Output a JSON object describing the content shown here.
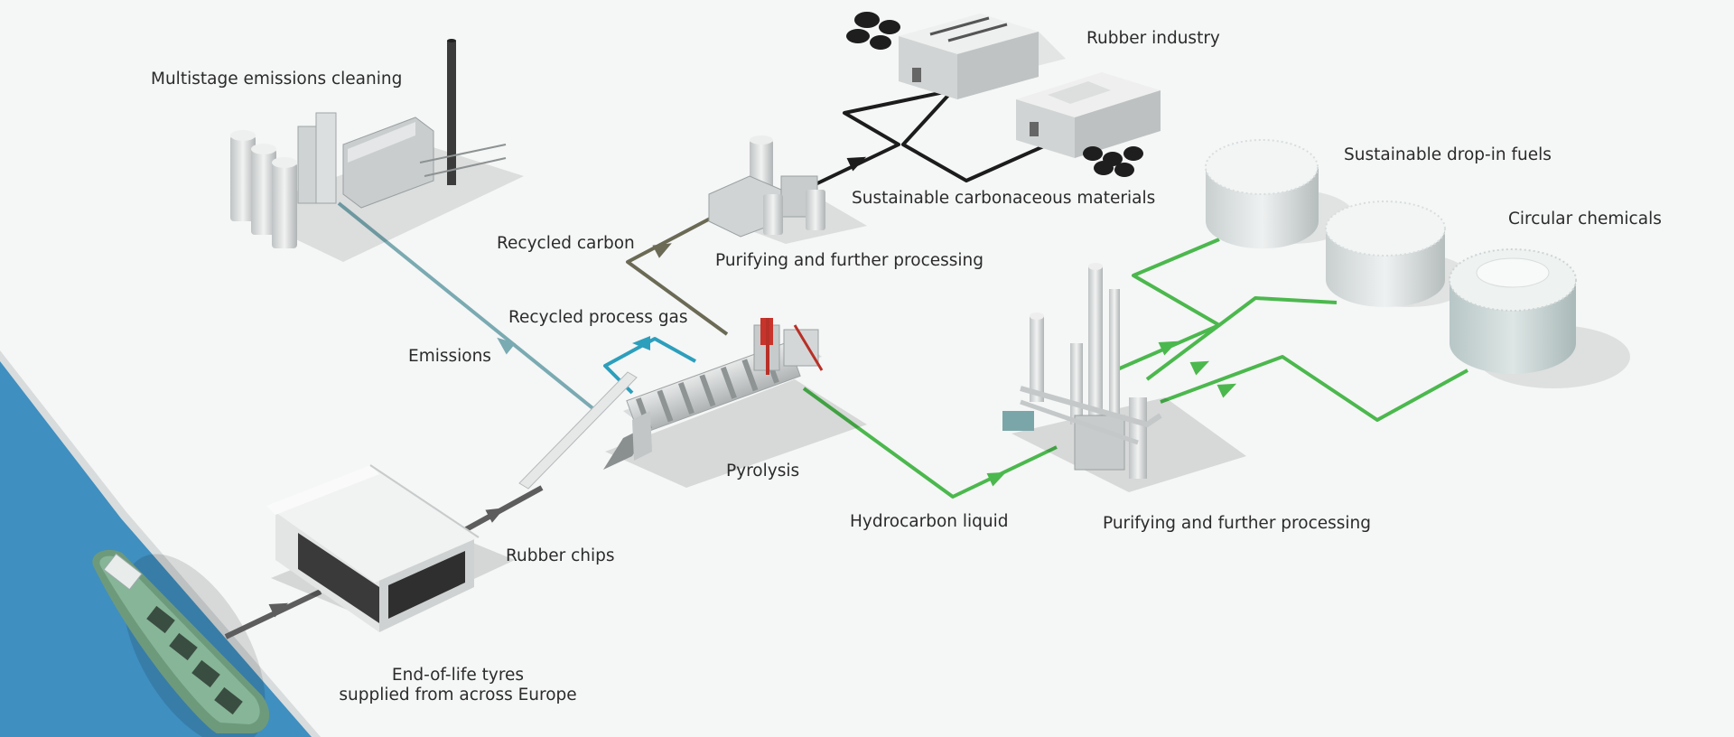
{
  "labels": {
    "emissions_cleaning": "Multistage emissions cleaning",
    "rubber_industry": "Rubber industry",
    "sustainable_carbon": "Sustainable carbonaceous materials",
    "recycled_carbon": "Recycled carbon",
    "purifying_top": "Purifying and further processing",
    "recycled_gas": "Recycled process gas",
    "emissions": "Emissions",
    "pyrolysis": "Pyrolysis",
    "rubber_chips": "Rubber chips",
    "tyres_line1": "End-of-life tyres",
    "tyres_line2": "supplied from across Europe",
    "hydrocarbon_liquid": "Hydrocarbon liquid",
    "purifying_right": "Purifying and further processing",
    "dropin_fuels": "Sustainable drop-in fuels",
    "circular_chemicals": "Circular chemicals"
  },
  "colors": {
    "water": "#3f8fc0",
    "emissions_flow": "#7aaab2",
    "gas_flow": "#2c9fbc",
    "carbon_flow": "#6b6a55",
    "materials_flow": "#1c1c1c",
    "liquid_flow": "#4bb84d",
    "chips_flow": "#5d5d5d"
  }
}
